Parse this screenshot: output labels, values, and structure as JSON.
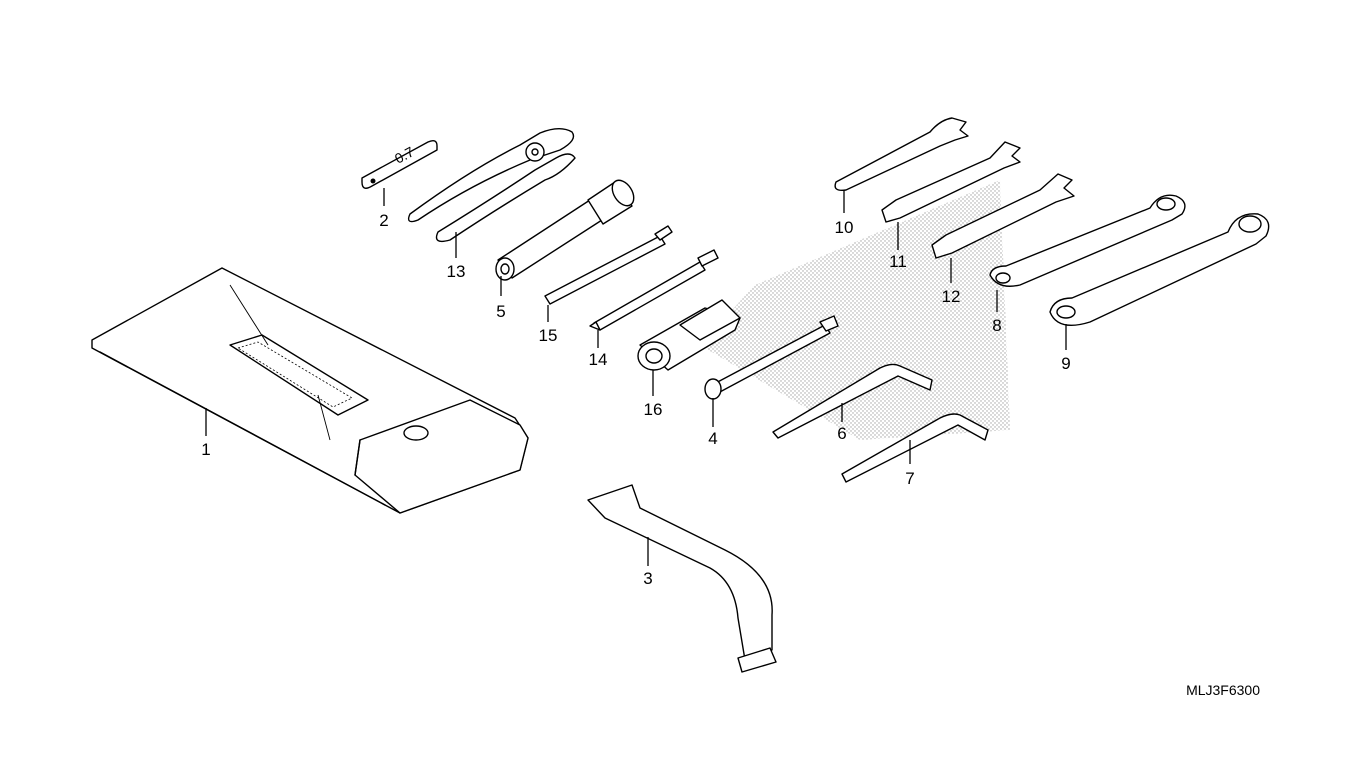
{
  "diagram_code": "MLJ3F6300",
  "callouts": {
    "c1": "1",
    "c2": "2",
    "c3": "3",
    "c4": "4",
    "c5": "5",
    "c6": "6",
    "c7": "7",
    "c8": "8",
    "c9": "9",
    "c10": "10",
    "c11": "11",
    "c12": "12",
    "c13": "13",
    "c14": "14",
    "c15": "15",
    "c16": "16"
  },
  "gauge_mark": "0.7"
}
